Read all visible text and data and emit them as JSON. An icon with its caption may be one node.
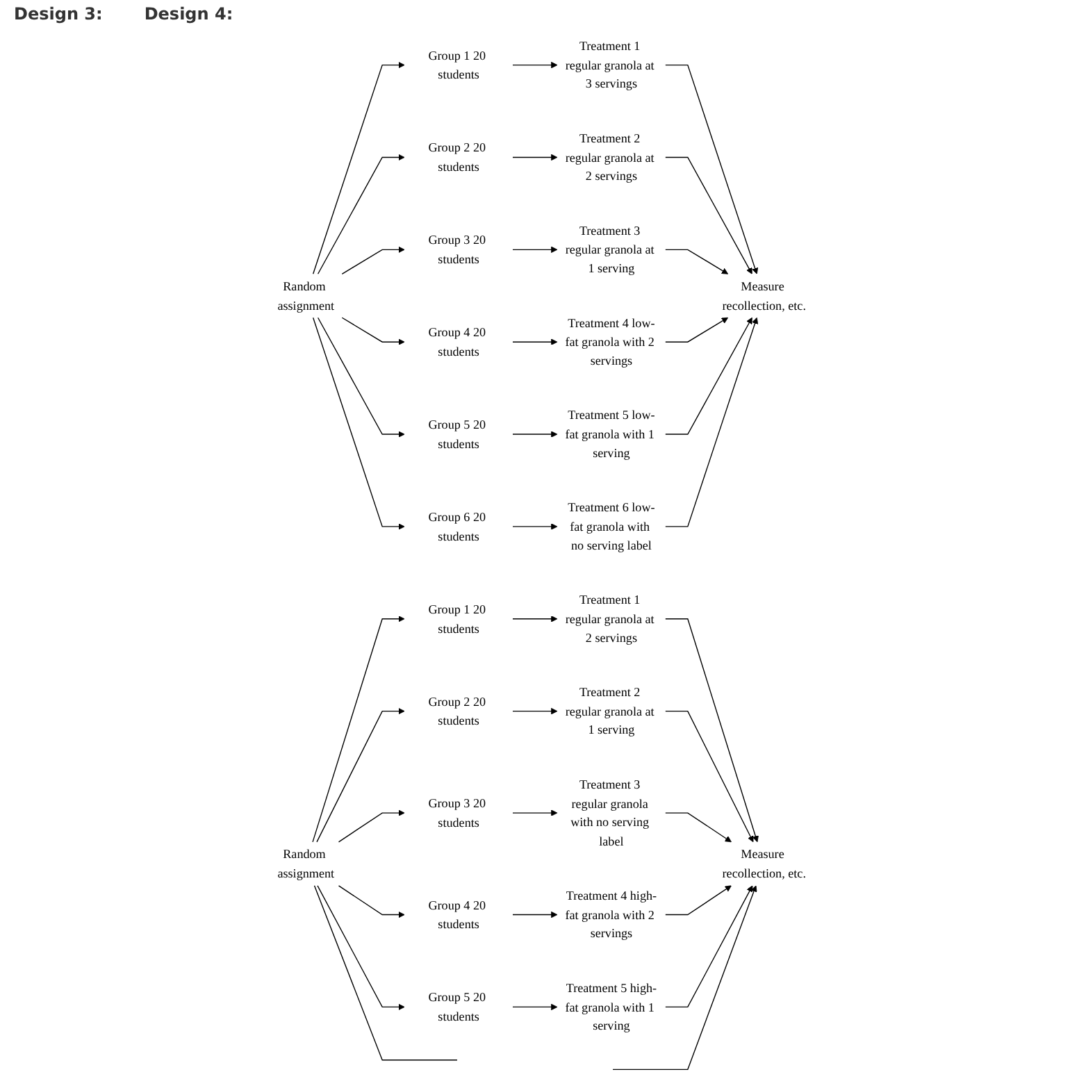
{
  "diagram": {
    "nodes": [
      {
        "text": [
          "Random assignment"
        ]
      },
      {
        "text": [
          "Group 1 20 students"
        ]
      },
      {
        "text": [
          "Group 2 20 students"
        ]
      },
      {
        "text": [
          "Group 3 20 students"
        ]
      },
      {
        "text": [
          "Group 4 20 students"
        ]
      },
      {
        "text": [
          "Group 5 20 students"
        ]
      },
      {
        "text": [
          "Group 6 20 students"
        ]
      },
      {
        "text": [
          "Treatment 1 regular granola at 3 servings"
        ]
      },
      {
        "text": [
          "Treatment 2 regular granola at 2 servings"
        ]
      },
      {
        "text": [
          "Treatment 3 regular granola at 1 serving"
        ]
      },
      {
        "text": [
          "Treatment 4 low-fat granola with 2 servings"
        ]
      },
      {
        "text": [
          "Treatment 5 low-fat granola with 1 serving"
        ]
      },
      {
        "text": [
          "Treatment 6 low-fat granola with no serving label"
        ]
      },
      {
        "text": [
          "Measure recollection, etc."
        ]
      },
      {
        "text": [
          "Random assignment"
        ]
      },
      {
        "text": [
          "Group 1 20 students"
        ]
      },
      {
        "text": [
          "Group 2 20 students"
        ]
      },
      {
        "text": [
          "Group 3 20 students"
        ]
      },
      {
        "text": [
          "Group 4 20 students"
        ]
      },
      {
        "text": [
          "Group 5 20 students"
        ]
      },
      {
        "text": [
          "Treatment 1 regular granola at 2 servings"
        ]
      },
      {
        "text": [
          "Treatment 2 regular granola at 1 serving"
        ]
      },
      {
        "text": [
          "Treatment 3 regular granola with no serving label"
        ]
      },
      {
        "text": [
          "Treatment 4 high-fat granola with 2 servings"
        ]
      },
      {
        "text": [
          "Treatment 5 high-fat granola with 1 serving"
        ]
      },
      {
        "text": [
          "Measure recollection, etc."
        ]
      }
    ],
    "edges": [
      {
        "from": 0,
        "to": 1,
        "arrow": "to"
      },
      {
        "from": 0,
        "to": 2,
        "arrow": "to"
      },
      {
        "from": 0,
        "to": 3,
        "arrow": "to"
      },
      {
        "from": 0,
        "to": 4,
        "arrow": "to"
      },
      {
        "from": 0,
        "to": 5,
        "arrow": "to"
      },
      {
        "from": 0,
        "to": 6,
        "arrow": "to"
      },
      {
        "from": 1,
        "to": 7,
        "arrow": "to"
      },
      {
        "from": 2,
        "to": 8,
        "arrow": "to"
      },
      {
        "from": 3,
        "to": 9,
        "arrow": "to"
      },
      {
        "from": 4,
        "to": 10,
        "arrow": "to"
      },
      {
        "from": 5,
        "to": 11,
        "arrow": "to"
      },
      {
        "from": 6,
        "to": 12,
        "arrow": "to"
      },
      {
        "from": 7,
        "to": 13,
        "arrow": "to"
      },
      {
        "from": 8,
        "to": 13,
        "arrow": "to"
      },
      {
        "from": 9,
        "to": 13,
        "arrow": "to"
      },
      {
        "from": 10,
        "to": 13,
        "arrow": "to"
      },
      {
        "from": 11,
        "to": 13,
        "arrow": "to"
      },
      {
        "from": 12,
        "to": 13,
        "arrow": "to"
      },
      {
        "from": 14,
        "to": 15,
        "arrow": "to"
      },
      {
        "from": 14,
        "to": 16,
        "arrow": "to"
      },
      {
        "from": 14,
        "to": 17,
        "arrow": "to"
      },
      {
        "from": 14,
        "to": 18,
        "arrow": "to"
      },
      {
        "from": 14,
        "to": 19,
        "arrow": "to"
      },
      {
        "from": 14,
        "to": null,
        "arrow": "none"
      },
      {
        "from": 15,
        "to": 20,
        "arrow": "to"
      },
      {
        "from": 16,
        "to": 21,
        "arrow": "to"
      },
      {
        "from": 17,
        "to": 22,
        "arrow": "to"
      },
      {
        "from": 18,
        "to": 23,
        "arrow": "to"
      },
      {
        "from": 19,
        "to": 24,
        "arrow": "to"
      },
      {
        "from": 20,
        "to": 25,
        "arrow": "to"
      },
      {
        "from": 21,
        "to": 25,
        "arrow": "to"
      },
      {
        "from": 22,
        "to": 25,
        "arrow": "to"
      },
      {
        "from": 23,
        "to": 25,
        "arrow": "to"
      },
      {
        "from": 24,
        "to": 25,
        "arrow": "to"
      },
      {
        "from": null,
        "to": 25,
        "arrow": "to"
      }
    ],
    "labels": [
      "Design 3:",
      "Design 4:"
    ]
  }
}
